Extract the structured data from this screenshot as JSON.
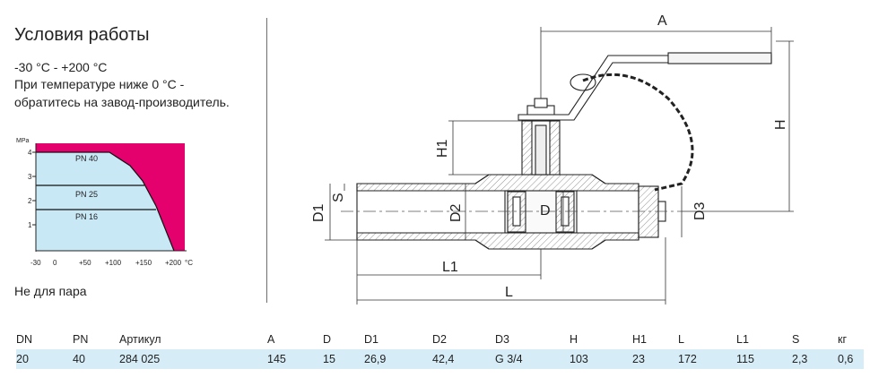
{
  "heading": "Условия работы",
  "conditions": {
    "temp_range": "-30 °C - +200 °C",
    "line2": "При температуре ниже 0 °C -",
    "line3": "обратитесь на завод-производитель."
  },
  "pt_chart": {
    "unit_pressure": "MPa",
    "unit_temp": "°C",
    "y_ticks": [
      "4",
      "3",
      "2",
      "1"
    ],
    "x_ticks": [
      "-30",
      "0",
      "+50",
      "+100",
      "+150",
      "+200"
    ],
    "zones": [
      "PN 40",
      "PN 25",
      "PN 16"
    ],
    "colors": {
      "allowed": "#c9e8f6",
      "forbidden": "#e4006d"
    }
  },
  "note_steam": "Не для пара",
  "drawing_labels": {
    "A": "A",
    "H": "H",
    "H1": "H1",
    "D1": "D1",
    "S": "S",
    "D2": "D2",
    "D": "D",
    "D3": "D3",
    "L1": "L1",
    "L": "L"
  },
  "spec_table": {
    "headers": [
      "DN",
      "PN",
      "Артикул",
      "A",
      "D",
      "D1",
      "D2",
      "D3",
      "H",
      "H1",
      "L",
      "L1",
      "S",
      "кг"
    ],
    "rows": [
      [
        "20",
        "40",
        "284 025",
        "145",
        "15",
        "26,9",
        "42,4",
        "G 3/4",
        "103",
        "23",
        "172",
        "115",
        "2,3",
        "0,6"
      ]
    ]
  }
}
